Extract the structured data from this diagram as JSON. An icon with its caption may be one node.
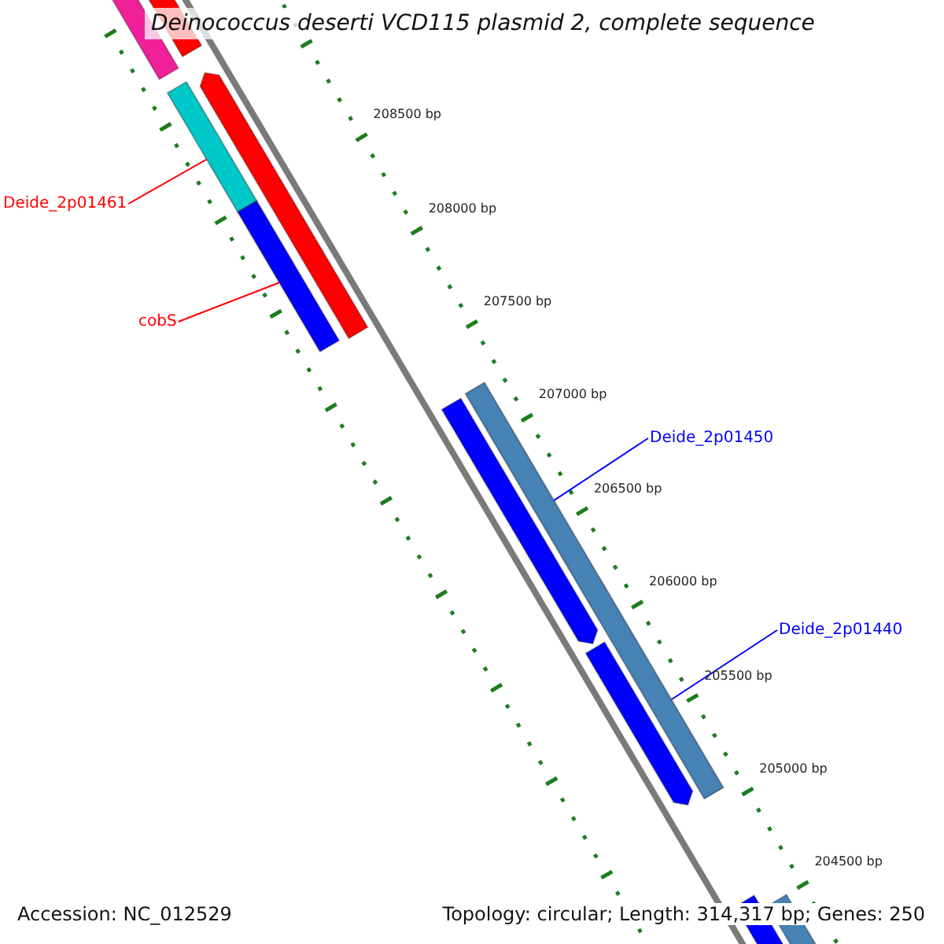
{
  "diagram": {
    "title": "Deinococcus deserti VCD115 plasmid 2, complete sequence",
    "nodes": [
      {
        "text": [
          "Deide_2p01461"
        ]
      },
      {
        "text": [],
        "shape": "bar"
      },
      {
        "text": [
          "cobS"
        ]
      },
      {
        "text": [],
        "shape": "bar"
      },
      {
        "text": [
          "Deide_2p01450"
        ]
      },
      {
        "text": [],
        "shape": "bar"
      },
      {
        "text": [
          "Deide_2p01440"
        ]
      }
    ],
    "edges": [
      {
        "from": 0,
        "to": 1,
        "arrow": "none",
        "color": "#ff0000"
      },
      {
        "from": 2,
        "to": 3,
        "arrow": "none",
        "color": "#ff0000"
      },
      {
        "from": 4,
        "to": 5,
        "arrow": "none",
        "color": "#0000ff"
      },
      {
        "from": 6,
        "to": 5,
        "arrow": "none",
        "color": "#0000ff"
      }
    ],
    "labels": [
      "208500 bp",
      "208000 bp",
      "207500 bp",
      "207000 bp",
      "206500 bp",
      "206000 bp",
      "205500 bp",
      "205000 bp",
      "204500 bp",
      "Accession: NC_012529",
      "Topology: circular; Length: 314,317 bp; Genes: 250"
    ]
  }
}
